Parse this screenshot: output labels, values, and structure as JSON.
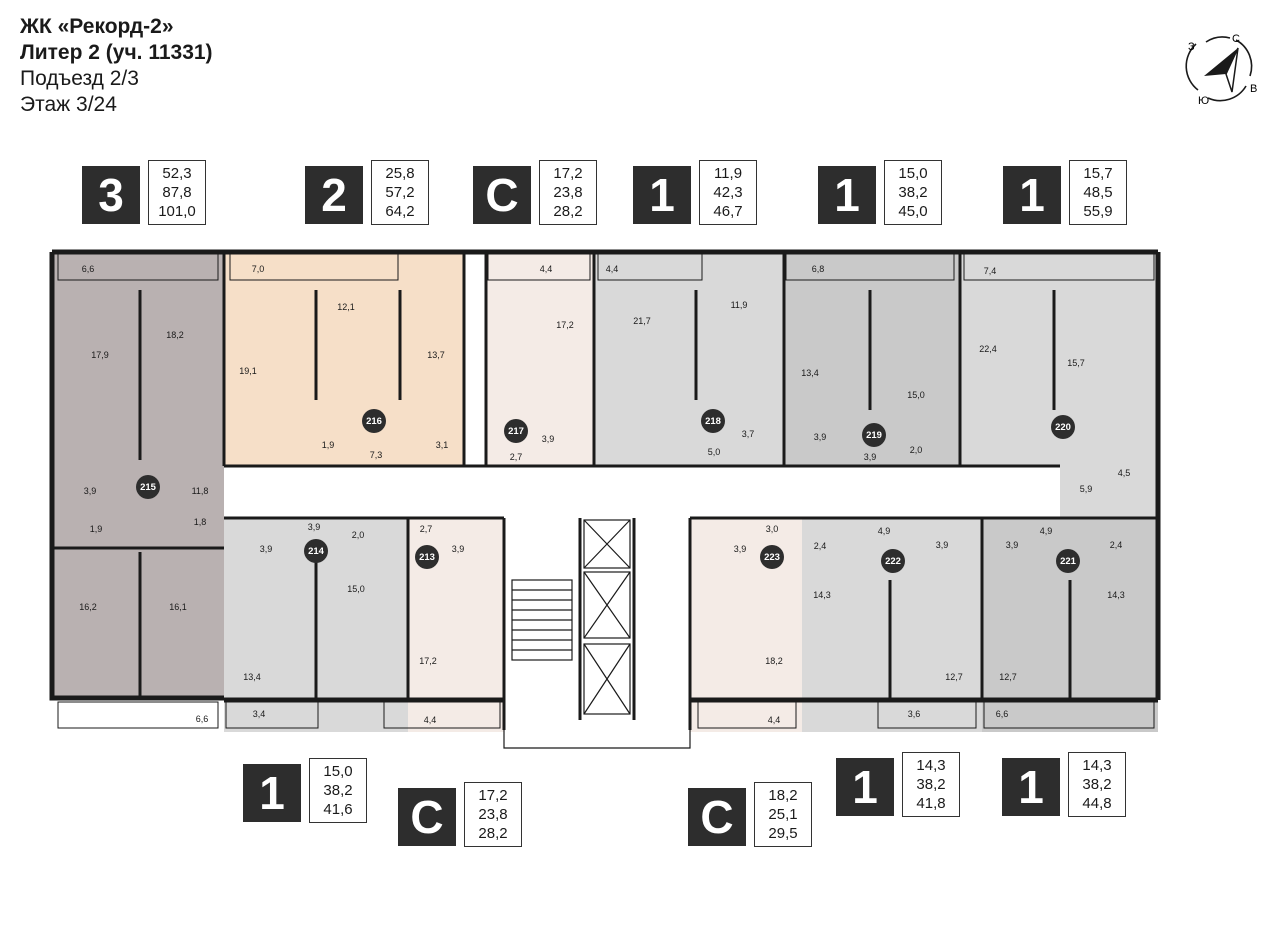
{
  "header": {
    "project": "ЖК «Рекорд-2»",
    "building": "Литер 2 (уч. 11331)",
    "entrance": "Подъезд 2/3",
    "floor": "Этаж 3/24"
  },
  "compass": {
    "n": "С",
    "s": "Ю",
    "e": "В",
    "w": "З"
  },
  "legends_top": [
    {
      "type": "3",
      "living": "52,3",
      "total": "87,8",
      "full": "101,0"
    },
    {
      "type": "2",
      "living": "25,8",
      "total": "57,2",
      "full": "64,2"
    },
    {
      "type": "C",
      "living": "17,2",
      "total": "23,8",
      "full": "28,2"
    },
    {
      "type": "1",
      "living": "11,9",
      "total": "42,3",
      "full": "46,7"
    },
    {
      "type": "1",
      "living": "15,0",
      "total": "38,2",
      "full": "45,0"
    },
    {
      "type": "1",
      "living": "15,7",
      "total": "48,5",
      "full": "55,9"
    }
  ],
  "legends_bottom": [
    {
      "type": "1",
      "living": "15,0",
      "total": "38,2",
      "full": "41,6"
    },
    {
      "type": "C",
      "living": "17,2",
      "total": "23,8",
      "full": "28,2"
    },
    {
      "type": "C",
      "living": "18,2",
      "total": "25,1",
      "full": "29,5"
    },
    {
      "type": "1",
      "living": "14,3",
      "total": "38,2",
      "full": "41,8"
    },
    {
      "type": "1",
      "living": "14,3",
      "total": "38,2",
      "full": "44,8"
    }
  ],
  "apartments": [
    "215",
    "216",
    "217",
    "218",
    "219",
    "220",
    "214",
    "213",
    "223",
    "222",
    "221"
  ],
  "rooms_top": [
    "6,6",
    "7,0",
    "4,4",
    "4,4",
    "6,8",
    "7,4",
    "17,9",
    "18,2",
    "19,1",
    "12,1",
    "13,7",
    "17,2",
    "21,7",
    "11,9",
    "13,4",
    "15,0",
    "22,4",
    "15,7",
    "1,9",
    "3,1",
    "7,3",
    "2,7",
    "3,9",
    "5,0",
    "3,7",
    "3,9",
    "3,9",
    "2,0",
    "4,5",
    "5,9"
  ],
  "rooms_left": [
    "3,9",
    "11,8",
    "1,9",
    "1,8",
    "16,2",
    "16,1",
    "6,6"
  ],
  "rooms_bottom": [
    "3,9",
    "2,0",
    "3,9",
    "15,0",
    "13,4",
    "3,4",
    "2,7",
    "3,9",
    "17,2",
    "4,4",
    "3,0",
    "3,9",
    "18,2",
    "4,4",
    "2,4",
    "4,9",
    "3,9",
    "14,3",
    "12,7",
    "3,6",
    "3,9",
    "4,9",
    "2,4",
    "12,7",
    "14,3",
    "6,6"
  ],
  "colors": {
    "apt_3": "#b9b1b1",
    "apt_2": "#f6dfc8",
    "apt_c": "#f4ebe6",
    "apt_1": "#d9d9d9",
    "apt_1_alt": "#c9c9c9",
    "wall": "#1a1a1a",
    "badge": "#2d2d2d"
  }
}
